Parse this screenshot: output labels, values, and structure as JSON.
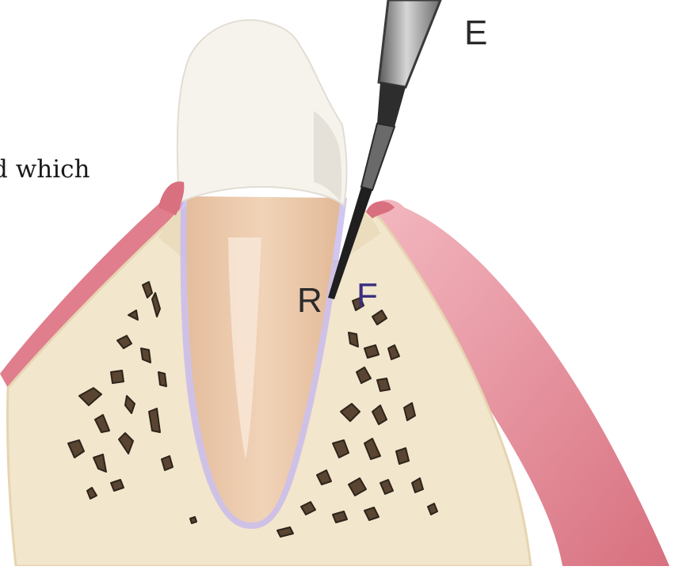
{
  "caption": {
    "partial_text": "d which"
  },
  "labels": {
    "e": "E",
    "r": "R",
    "f": "F"
  },
  "colors": {
    "gingiva": "#e07e8e",
    "gingiva_light": "#f3b8c0",
    "bone": "#f2e6cd",
    "bone_edge": "#e6d5b1",
    "enamel": "#f5f2ec",
    "root_dentin": "#e9c6a6",
    "pdl_ligament": "#c5b8ec",
    "trabecular": "#3b2e22",
    "probe_shaft": "#2b2b2b",
    "probe_handle": "#9a9a9a",
    "label_f": "#3a2f80"
  }
}
